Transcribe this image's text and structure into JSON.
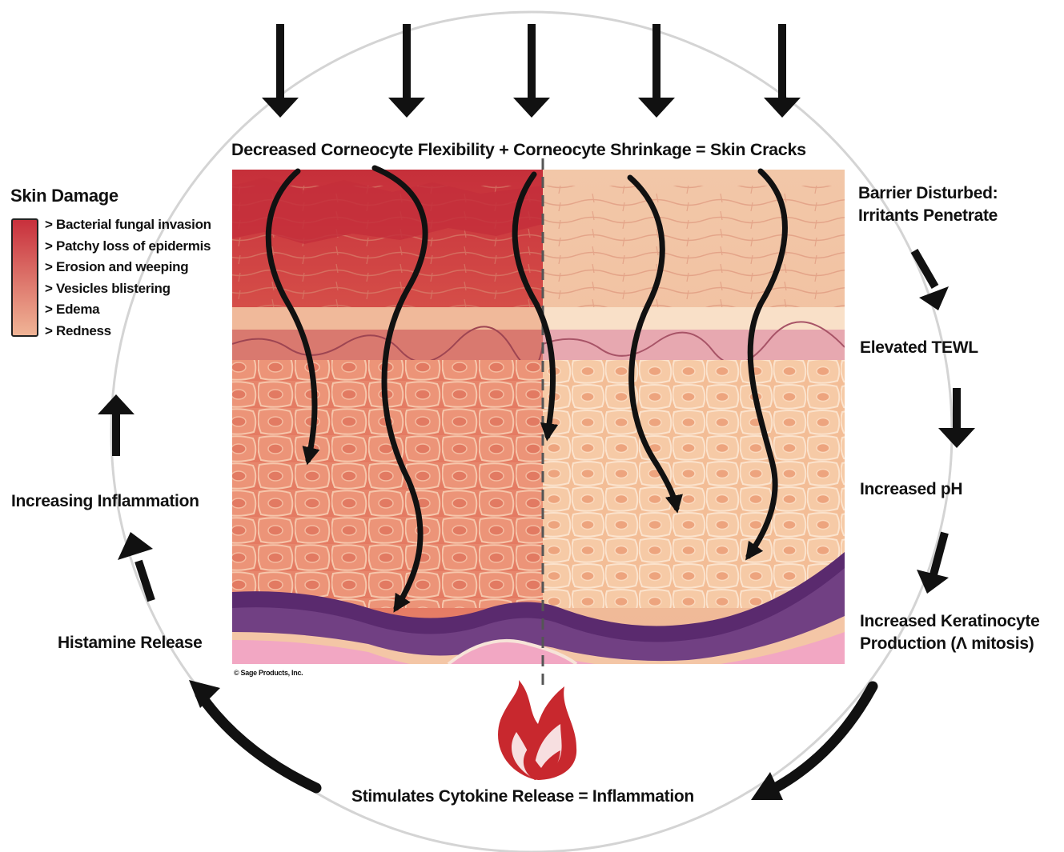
{
  "diagram": {
    "top_equation": "Decreased Corneocyte Flexibility + Corneocyte Shrinkage = Skin Cracks",
    "bottom_equation": "Stimulates Cytokine Release = Inflammation",
    "copyright": "© Sage Products, Inc.",
    "legend": {
      "title": "Skin Damage",
      "gradient_colors": [
        "#c8303c",
        "#f0b496"
      ],
      "items": [
        "> Bacterial fungal invasion",
        "> Patchy loss of epidermis",
        "> Erosion and weeping",
        "> Vesicles blistering",
        "> Edema",
        "> Redness"
      ]
    },
    "cycle_right": [
      {
        "lines": [
          "Barrier Disturbed:",
          "Irritants Penetrate"
        ]
      },
      {
        "lines": [
          "Elevated TEWL"
        ]
      },
      {
        "lines": [
          "Increased pH"
        ]
      },
      {
        "lines": [
          "Increased Keratinocyte",
          "Production (Λ mitosis)"
        ]
      }
    ],
    "cycle_left": [
      {
        "lines": [
          "Histamine Release"
        ]
      },
      {
        "lines": [
          "Increasing Inflammation"
        ]
      }
    ],
    "icons": [
      "down-arrow-icon",
      "flame-icon",
      "wavy-arrow-icon",
      "cycle-arrow-icon"
    ],
    "colors": {
      "damaged_skin": "#e07a64",
      "healthy_skin": "#f4c3a0",
      "stratum_corneum_damaged": "#c43a40",
      "basal_layer": "#4a1f5e",
      "dermis": "#f3a7c0",
      "flame": "#c8282e",
      "circle": "#d0d0d0"
    }
  }
}
